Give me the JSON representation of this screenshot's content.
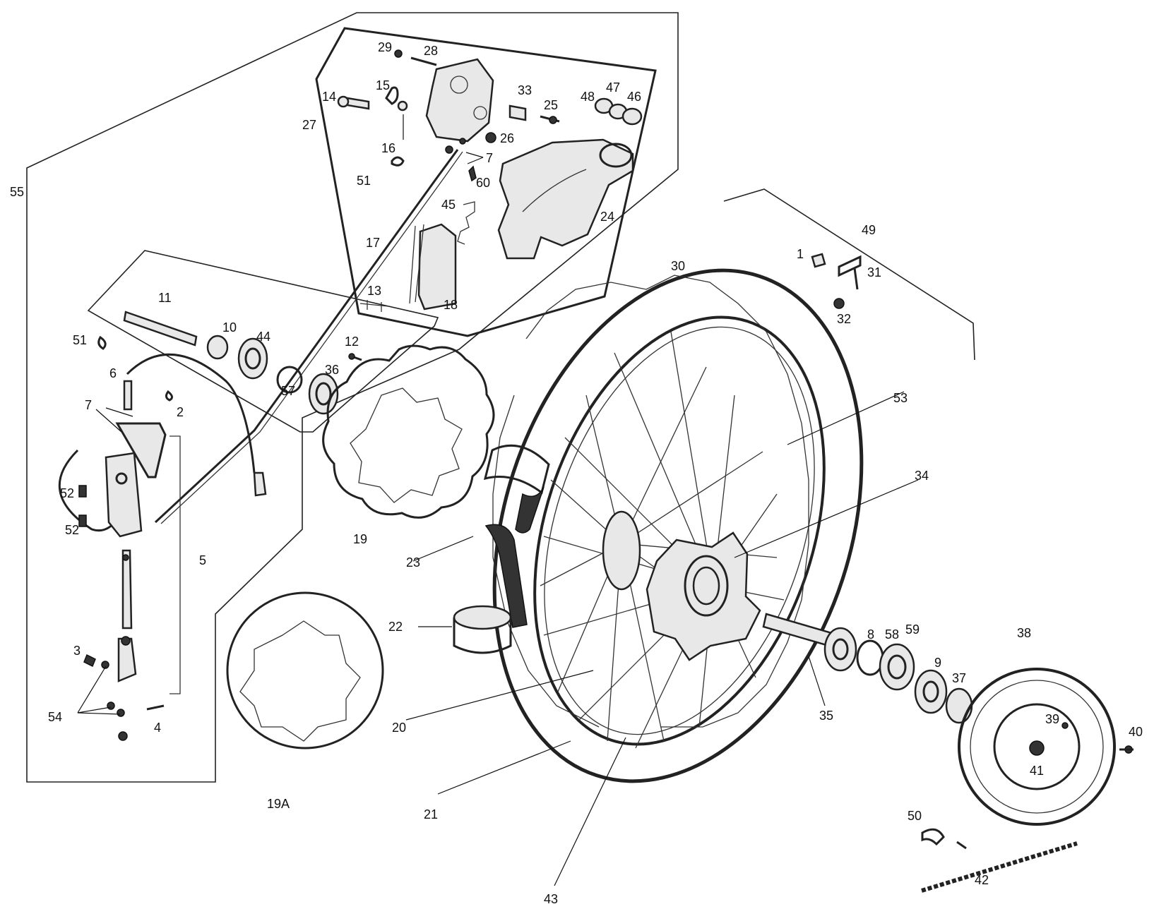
{
  "labels": {
    "l1": "1",
    "l2": "2",
    "l3": "3",
    "l4": "4",
    "l5": "5",
    "l6": "6",
    "l7a": "7",
    "l7b": "7",
    "l8": "8",
    "l9": "9",
    "l10": "10",
    "l11": "11",
    "l12": "12",
    "l13": "13",
    "l14": "14",
    "l15": "15",
    "l16": "16",
    "l17": "17",
    "l18": "18",
    "l19": "19",
    "l19a": "19A",
    "l20": "20",
    "l21": "21",
    "l22": "22",
    "l23": "23",
    "l24": "24",
    "l25": "25",
    "l26": "26",
    "l27": "27",
    "l28": "28",
    "l29": "29",
    "l30": "30",
    "l31": "31",
    "l32": "32",
    "l33": "33",
    "l34": "34",
    "l35": "35",
    "l36": "36",
    "l37": "37",
    "l38": "38",
    "l39": "39",
    "l40": "40",
    "l41": "41",
    "l42": "42",
    "l43": "43",
    "l44": "44",
    "l45": "45",
    "l46": "46",
    "l47": "47",
    "l48": "48",
    "l49": "49",
    "l50": "50",
    "l51a": "51",
    "l51b": "51",
    "l52a": "52",
    "l52b": "52",
    "l53": "53",
    "l54": "54",
    "l55": "55",
    "l57": "57",
    "l58": "58",
    "l59": "59",
    "l60": "60"
  }
}
